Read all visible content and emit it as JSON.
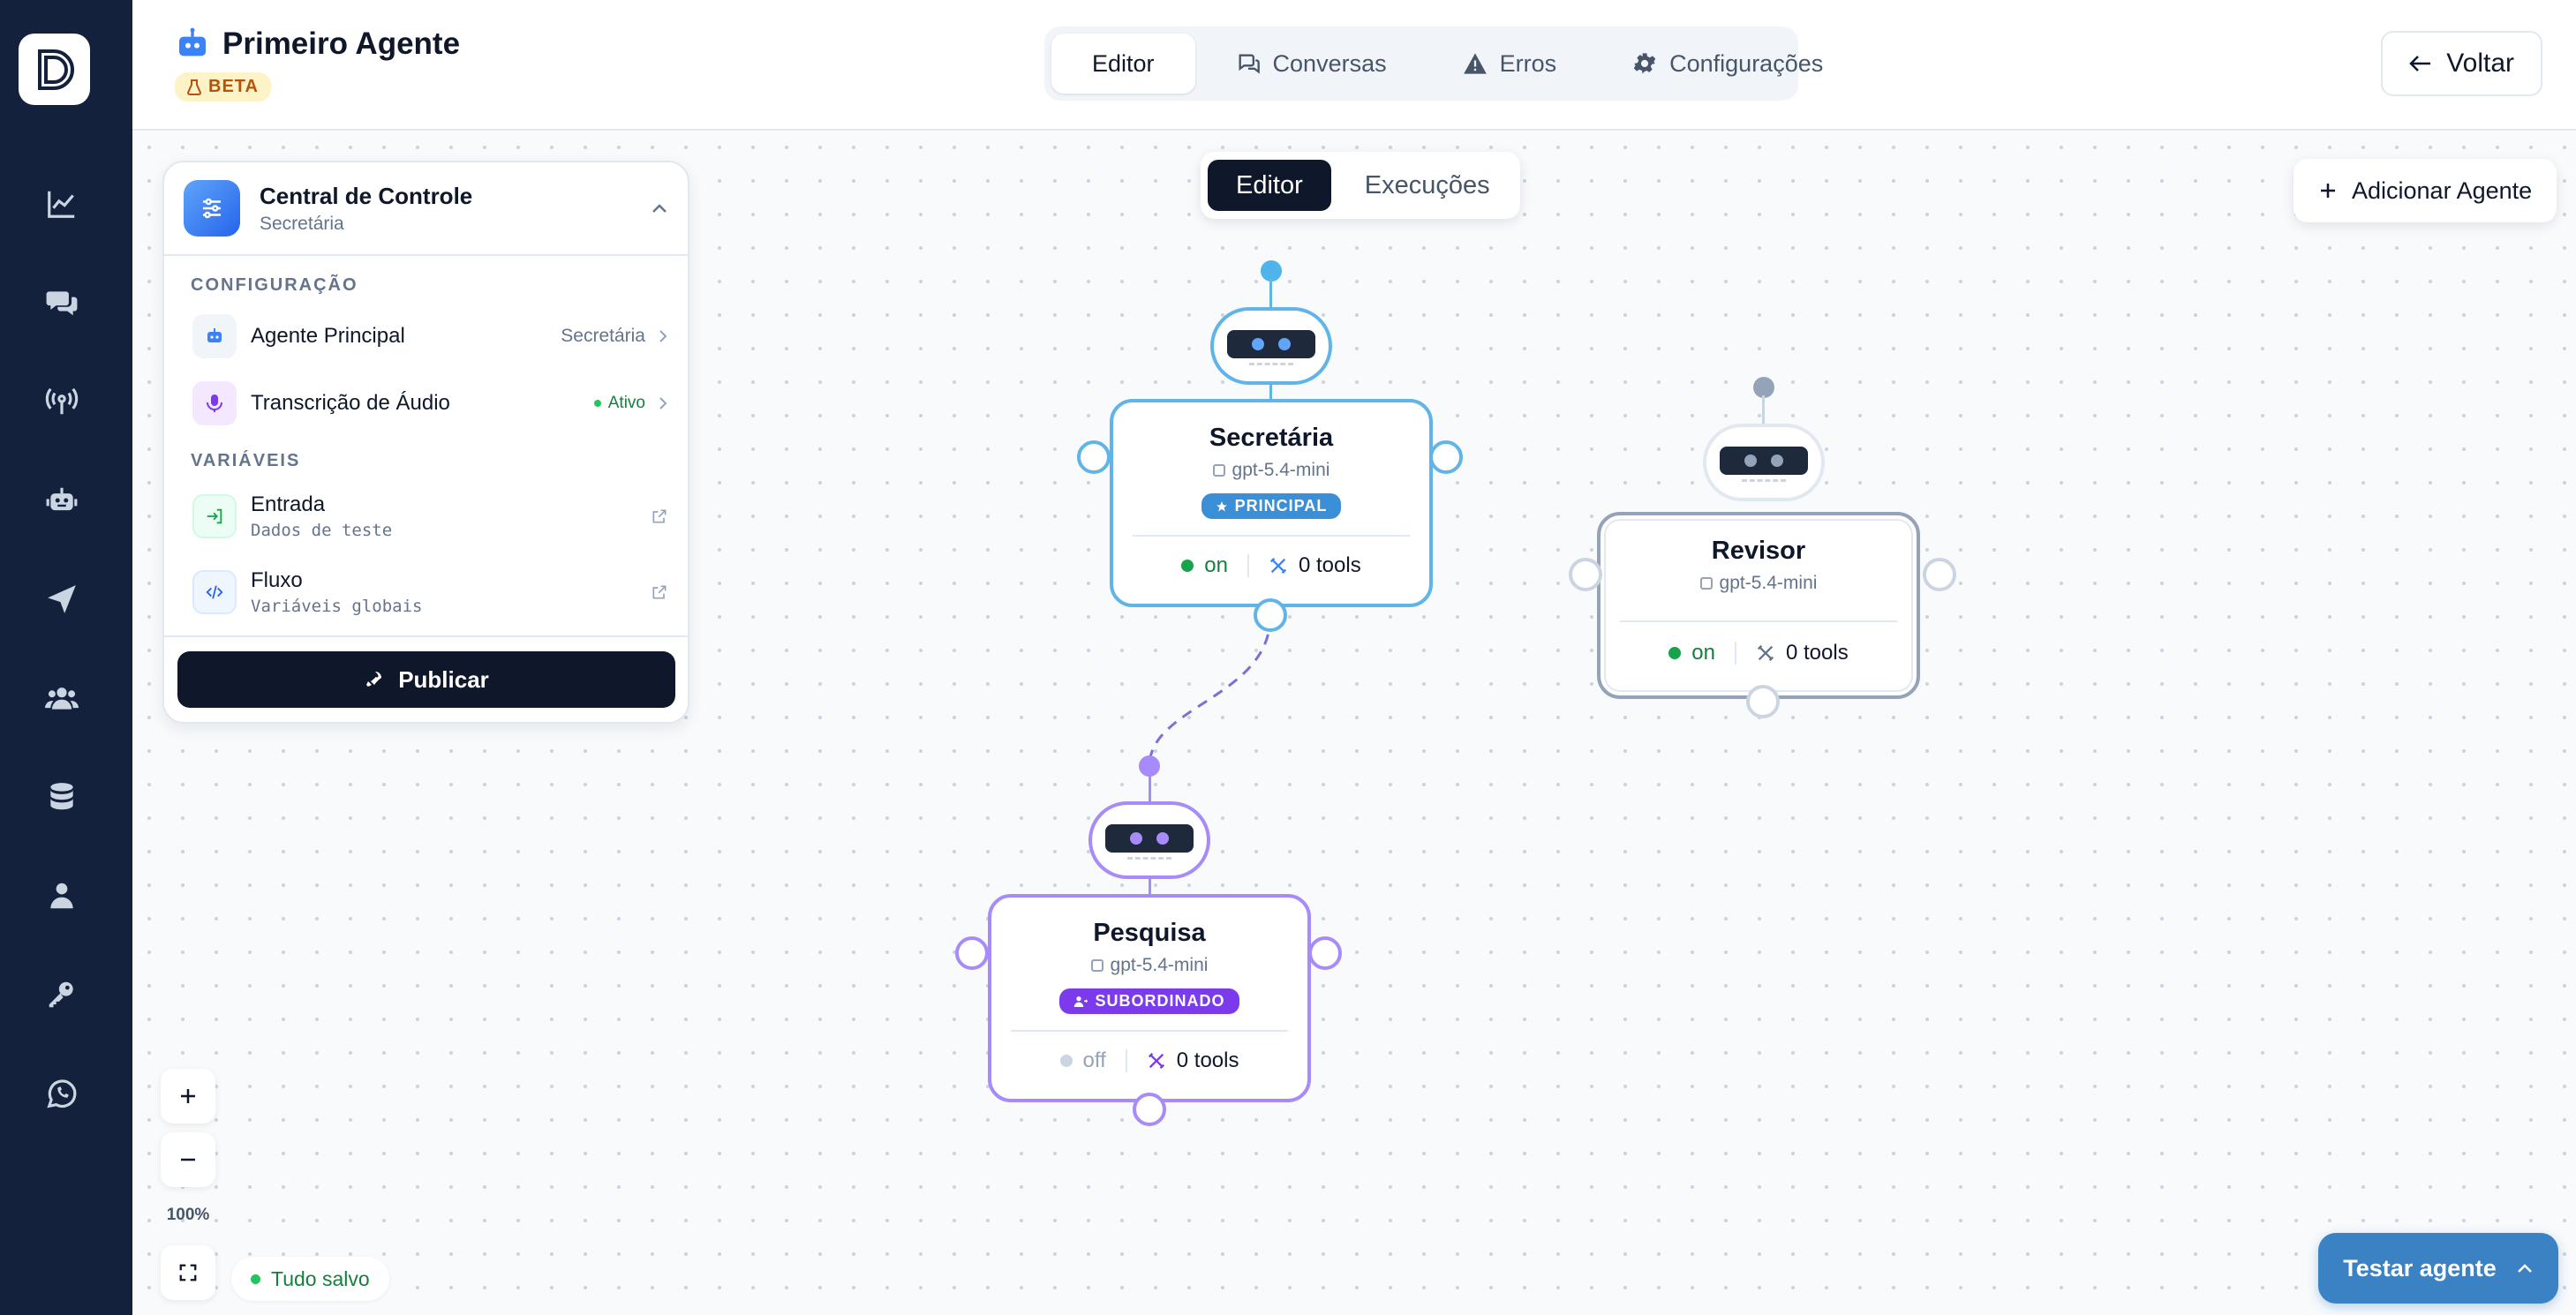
{
  "app": {
    "title": "Primeiro Agente",
    "beta_label": "BETA"
  },
  "header": {
    "tabs": [
      {
        "label": "Editor",
        "icon": "none",
        "active": true
      },
      {
        "label": "Conversas",
        "icon": "chat-icon",
        "active": false
      },
      {
        "label": "Erros",
        "icon": "warning-icon",
        "active": false
      },
      {
        "label": "Configurações",
        "icon": "gear-icon",
        "active": false
      }
    ],
    "back_label": "Voltar"
  },
  "sidebar": {
    "icons": [
      "chart-icon",
      "chat-bubbles-icon",
      "antenna-icon",
      "robot-icon",
      "send-icon",
      "users-icon",
      "database-icon",
      "user-icon",
      "key-icon",
      "whatsapp-icon"
    ]
  },
  "panel": {
    "title": "Central de Controle",
    "subtitle": "Secretária",
    "config_label": "CONFIGURAÇÃO",
    "rows": {
      "main_agent": {
        "label": "Agente Principal",
        "value": "Secretária"
      },
      "audio": {
        "label": "Transcrição de Áudio",
        "value": "Ativo"
      }
    },
    "vars_label": "VARIÁVEIS",
    "vars": {
      "entrada": {
        "label": "Entrada",
        "sub": "Dados de teste"
      },
      "fluxo": {
        "label": "Fluxo",
        "sub": "Variáveis globais"
      }
    },
    "publish_label": "Publicar"
  },
  "mode": {
    "editor": "Editor",
    "executions": "Execuções"
  },
  "add_agent_label": "Adicionar Agente",
  "nodes": {
    "secretaria": {
      "name": "Secretária",
      "model": "gpt-5.4-mini",
      "badge": "PRINCIPAL",
      "status": "on",
      "tools": "0 tools",
      "color": "#60b4e8"
    },
    "revisor": {
      "name": "Revisor",
      "model": "gpt-5.4-mini",
      "status": "on",
      "tools": "0 tools",
      "color": "#94a3b8"
    },
    "pesquisa": {
      "name": "Pesquisa",
      "model": "gpt-5.4-mini",
      "badge": "SUBORDINADO",
      "status": "off",
      "tools": "0 tools",
      "color": "#a78bfa"
    }
  },
  "zoom": {
    "value": "100%"
  },
  "save_status": "Tudo salvo",
  "test_label": "Testar agente"
}
